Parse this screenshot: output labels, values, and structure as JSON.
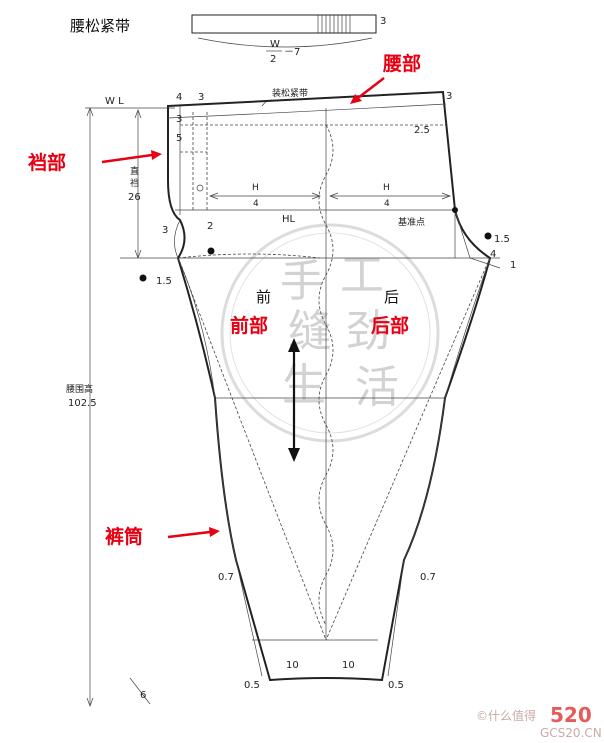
{
  "waistband": {
    "title": "腰松紧带",
    "formula_w": "W",
    "formula_den": "2",
    "formula_minus": "－7",
    "width": "3"
  },
  "top_labels": {
    "wl": "W L",
    "zhuang": "装松紧带",
    "hl": "HL",
    "jizhun": "基准点"
  },
  "dims": {
    "d4": "4",
    "d3a": "3",
    "d3b": "3",
    "d3c": "3",
    "d5": "5",
    "d3d": "3",
    "d2": "2",
    "d2_5": "2.5",
    "d1_5a": "1.5",
    "d1_5b": "1.5",
    "d4b": "4",
    "d1": "1",
    "d0_7a": "0.7",
    "d0_7b": "0.7",
    "d10a": "10",
    "d10b": "10",
    "d0_5a": "0.5",
    "d0_5b": "0.5",
    "d6": "6",
    "crotch_v1": "直",
    "crotch_v2": "裆",
    "crotch_val": "26",
    "h_left_num": "H",
    "h_left_den": "4",
    "h_right_num": "H",
    "h_right_den": "4",
    "height_label": "腰围高",
    "height_val": "102.5"
  },
  "panels": {
    "front": "前",
    "back": "后"
  },
  "annotations": {
    "waist": "腰部",
    "crotch": "裆部",
    "front": "前部",
    "back": "后部",
    "leg": "裤筒",
    "color": "#e60012"
  },
  "watermark": {
    "c1": "手",
    "c2": "工",
    "c3": "缝",
    "c4": "劲",
    "c5": "生",
    "c6": "活"
  },
  "logo": {
    "text": "520",
    "sub": "GCS20.CN",
    "small": "©什么值得"
  }
}
